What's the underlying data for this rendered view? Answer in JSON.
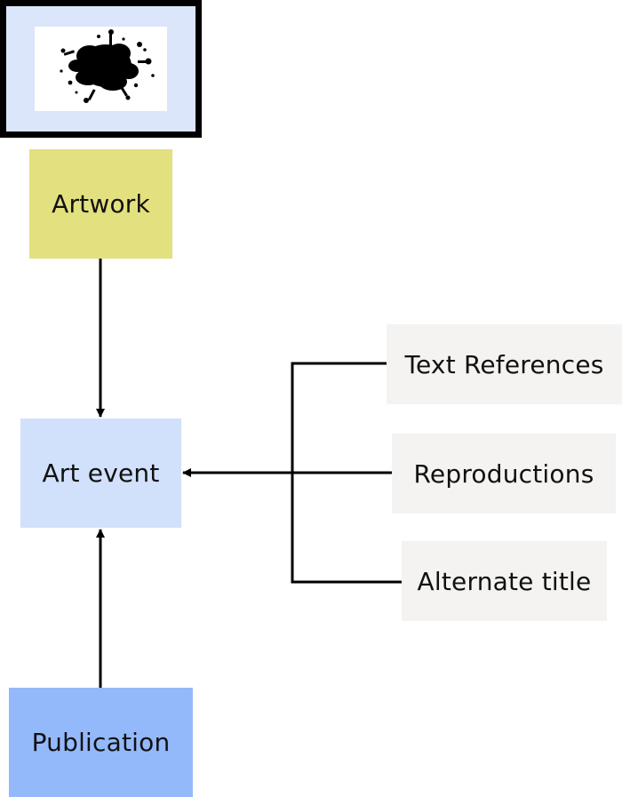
{
  "nodes": {
    "artwork": "Artwork",
    "art_event": "Art event",
    "publication": "Publication",
    "text_references": "Text References",
    "reproductions": "Reproductions",
    "alternate_title": "Alternate title"
  },
  "colors": {
    "artwork": "#e3e07f",
    "art_event": "#d1e1fb",
    "publication": "#94b9fb",
    "attribute": "#f4f3f2",
    "frame_fill": "#dbe6fb",
    "frame_border": "#000000",
    "line": "#000000"
  },
  "image": {
    "icon": "ink-splatter-icon"
  }
}
